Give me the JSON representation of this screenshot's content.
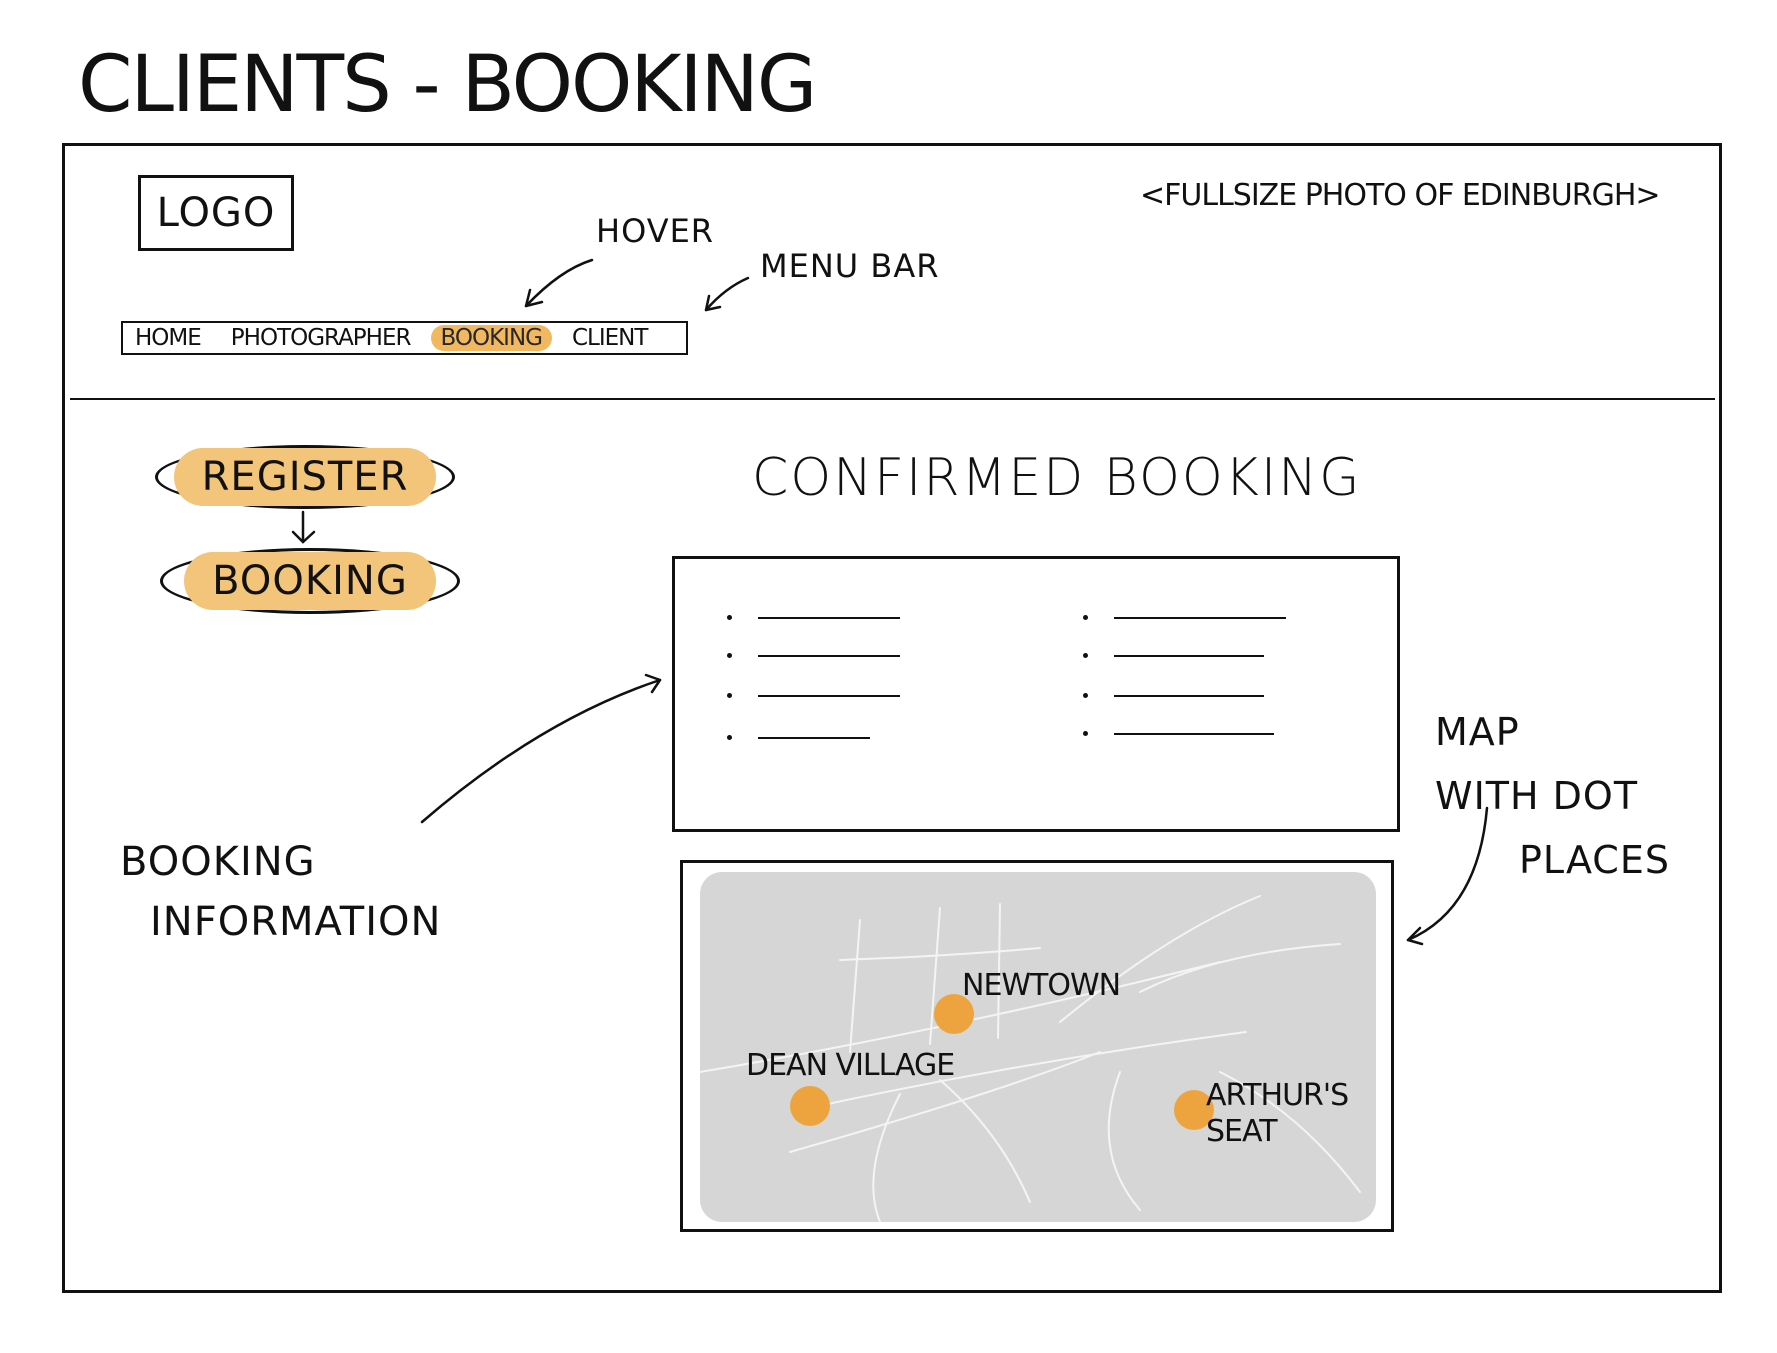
{
  "page_title": "CLIENTS - BOOKING",
  "logo": {
    "label": "LOGO"
  },
  "hero_note": "<FULLSIZE PHOTO OF EDINBURGH>",
  "annotations": {
    "hover": "HOVER",
    "menu_bar": "MENU BAR",
    "booking_information": [
      "BOOKING",
      "INFORMATION"
    ],
    "map_note": [
      "MAP",
      "WITH DOT",
      "PLACES"
    ]
  },
  "menu": {
    "items": [
      {
        "label": "HOME"
      },
      {
        "label": "PHOTOGRAPHER"
      },
      {
        "label": "BOOKING"
      },
      {
        "label": "CLIENT"
      }
    ],
    "hovered_item": "BOOKING"
  },
  "steps": {
    "register": "REGISTER",
    "booking": "BOOKING"
  },
  "confirmed_title": "CONFIRMED BOOKING",
  "map": {
    "places": [
      {
        "name": "NEWTOWN"
      },
      {
        "name": "DEAN VILLAGE"
      },
      {
        "name": "ARTHUR'S SEAT"
      }
    ]
  },
  "colors": {
    "highlight": "#f2c57a",
    "pin": "#eea43e",
    "map_bg": "#d6d6d6",
    "ink": "#111111"
  }
}
